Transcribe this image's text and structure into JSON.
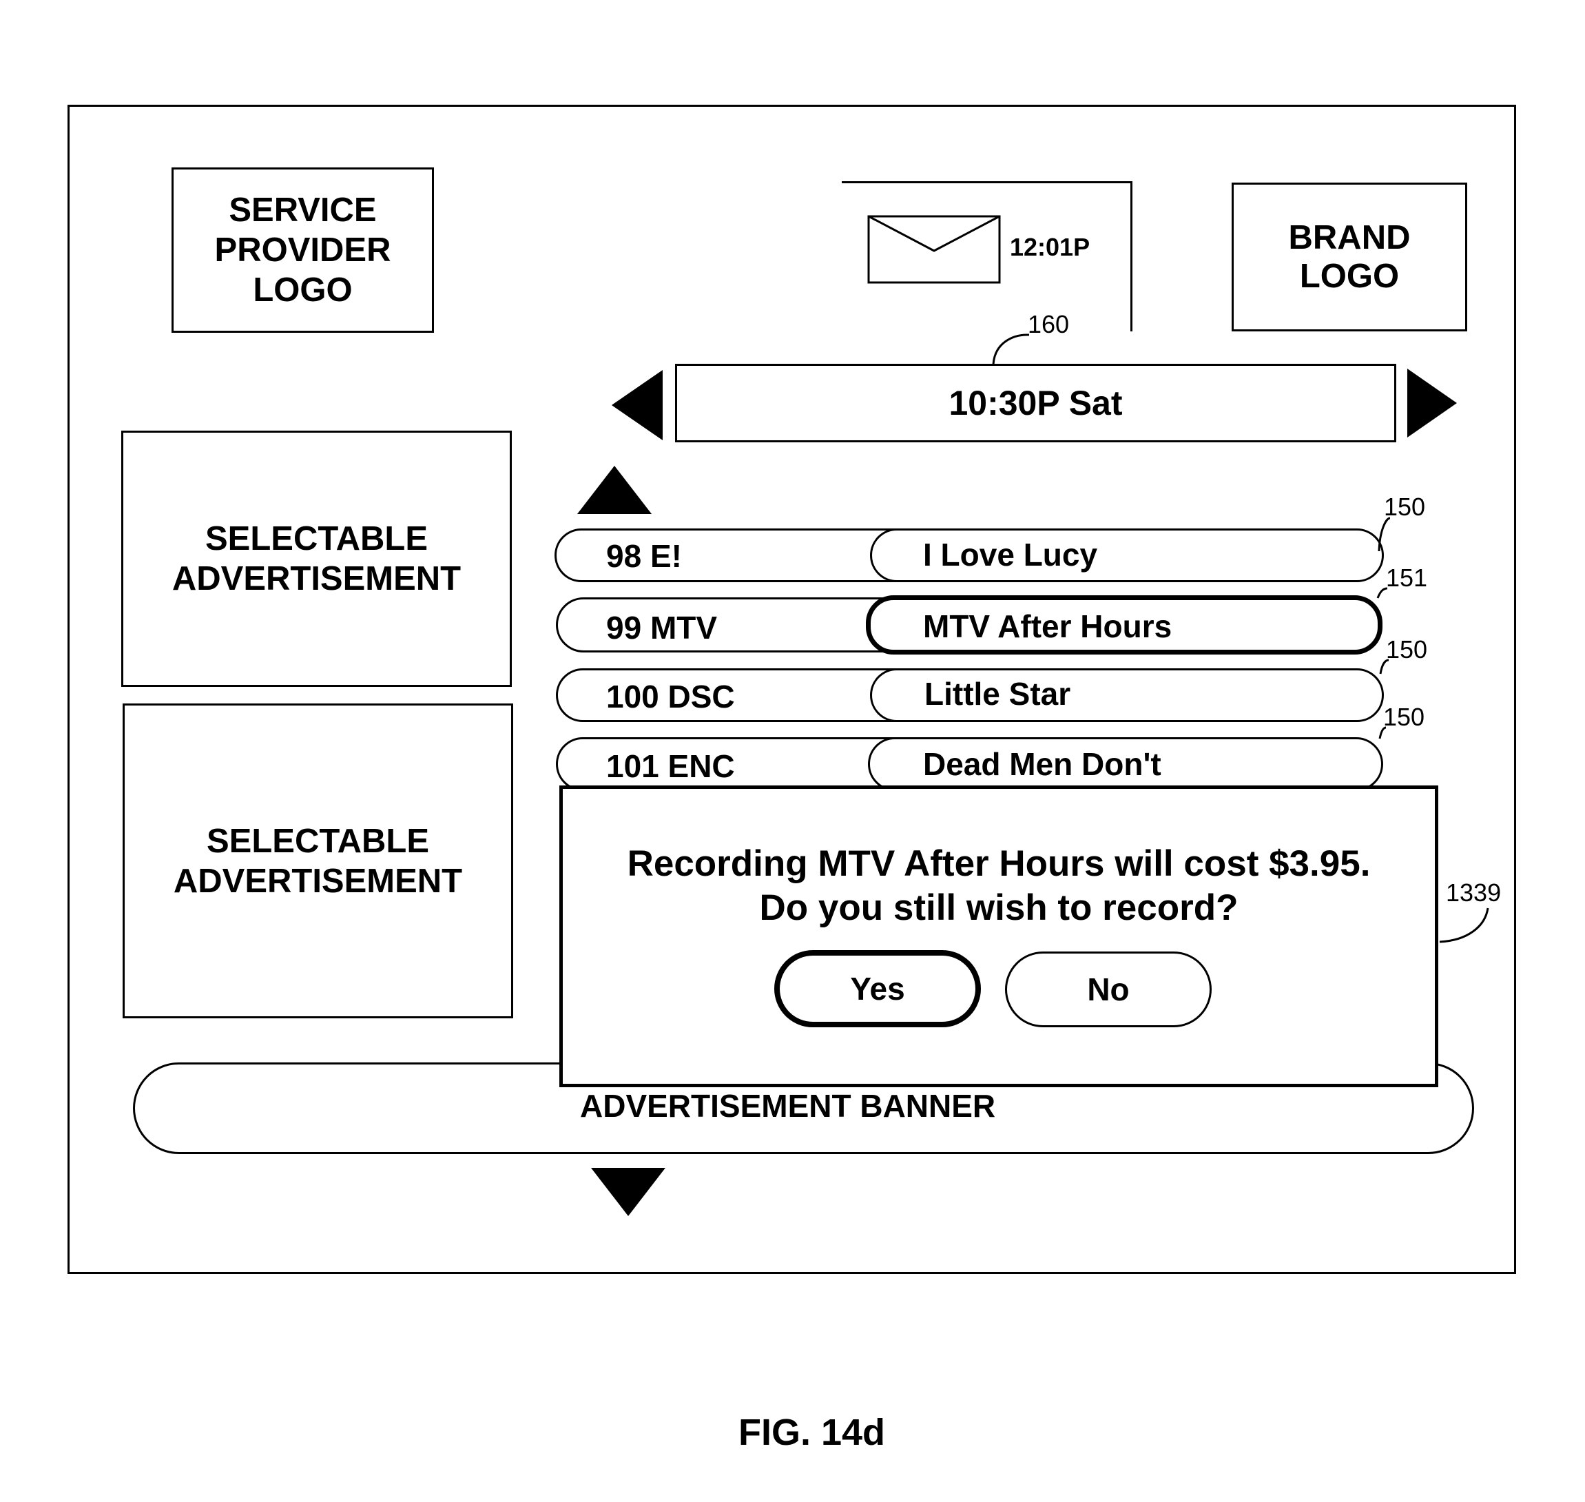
{
  "screen": {
    "service_logo": [
      "SERVICE",
      "PROVIDER",
      "LOGO"
    ],
    "brand_logo": [
      "BRAND",
      "LOGO"
    ],
    "clock": "12:01P",
    "mail_icon": "envelope-icon",
    "time_selector": {
      "label": "10:30P Sat",
      "prev_icon": "left-triangle-icon",
      "next_icon": "right-triangle-icon"
    },
    "scroll_up_icon": "up-triangle-icon",
    "scroll_down_icon": "down-triangle-icon",
    "ad_1": [
      "SELECTABLE",
      "ADVERTISEMENT"
    ],
    "ad_2": [
      "SELECTABLE",
      "ADVERTISEMENT"
    ],
    "guide_rows": [
      {
        "channel": "98 E!",
        "program": "I Love Lucy",
        "ref": "150"
      },
      {
        "channel": "99 MTV",
        "program": "MTV After Hours",
        "ref": "151",
        "selected": true
      },
      {
        "channel": "100 DSC",
        "program": "Little Star",
        "ref": "150"
      },
      {
        "channel": "101 ENC",
        "program": "Dead Men Don't",
        "ref": "150"
      }
    ],
    "dialog": {
      "line1": "Recording MTV After Hours will cost $3.95.",
      "line2": "Do you still wish to record?",
      "yes": "Yes",
      "no": "No",
      "ref": "1339"
    },
    "banner": "ADVERTISEMENT BANNER",
    "time_ref": "160"
  },
  "caption": "FIG. 14d"
}
